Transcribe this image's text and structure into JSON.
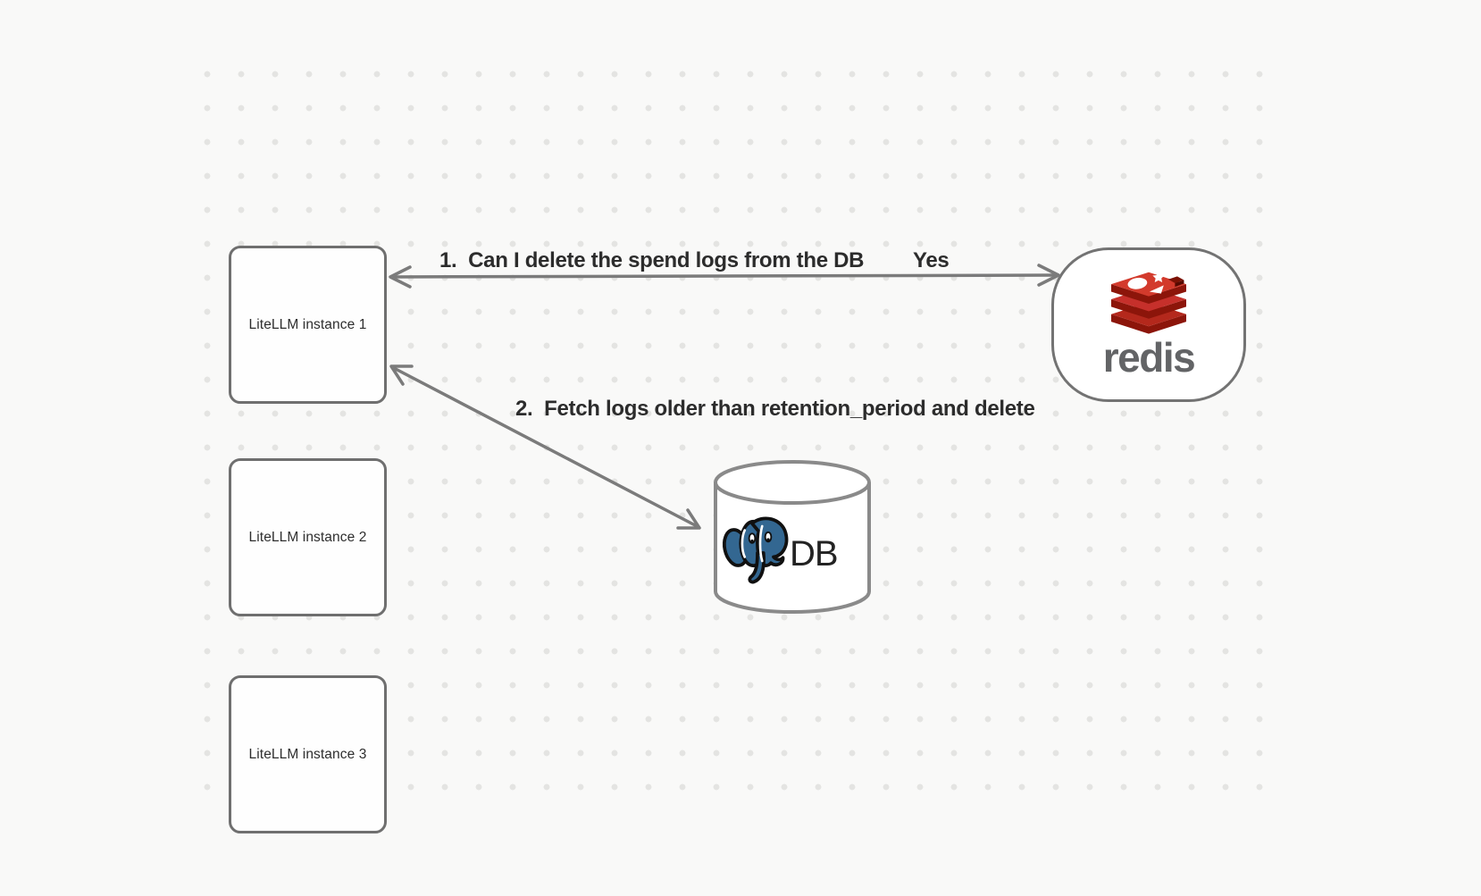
{
  "diagram": {
    "background": "#f9f9f8",
    "dot_color": "#e4e4e2",
    "stroke_color": "#6f6f6f",
    "arrow_color": "#7b7b7b",
    "instances": [
      {
        "label": "LiteLLM instance 1"
      },
      {
        "label": "LiteLLM instance 2"
      },
      {
        "label": "LiteLLM instance 3"
      }
    ],
    "redis": {
      "wordmark": "redis",
      "logo_red": "#c6302b",
      "logo_dark_red": "#8c150a"
    },
    "db": {
      "label": "DB",
      "postgres_blue": "#336791"
    },
    "arrow1": {
      "label": "1.  Can I delete the spend logs from the DB",
      "answer": "Yes"
    },
    "arrow2": {
      "label": "2.  Fetch logs older than retention_period and delete"
    }
  }
}
